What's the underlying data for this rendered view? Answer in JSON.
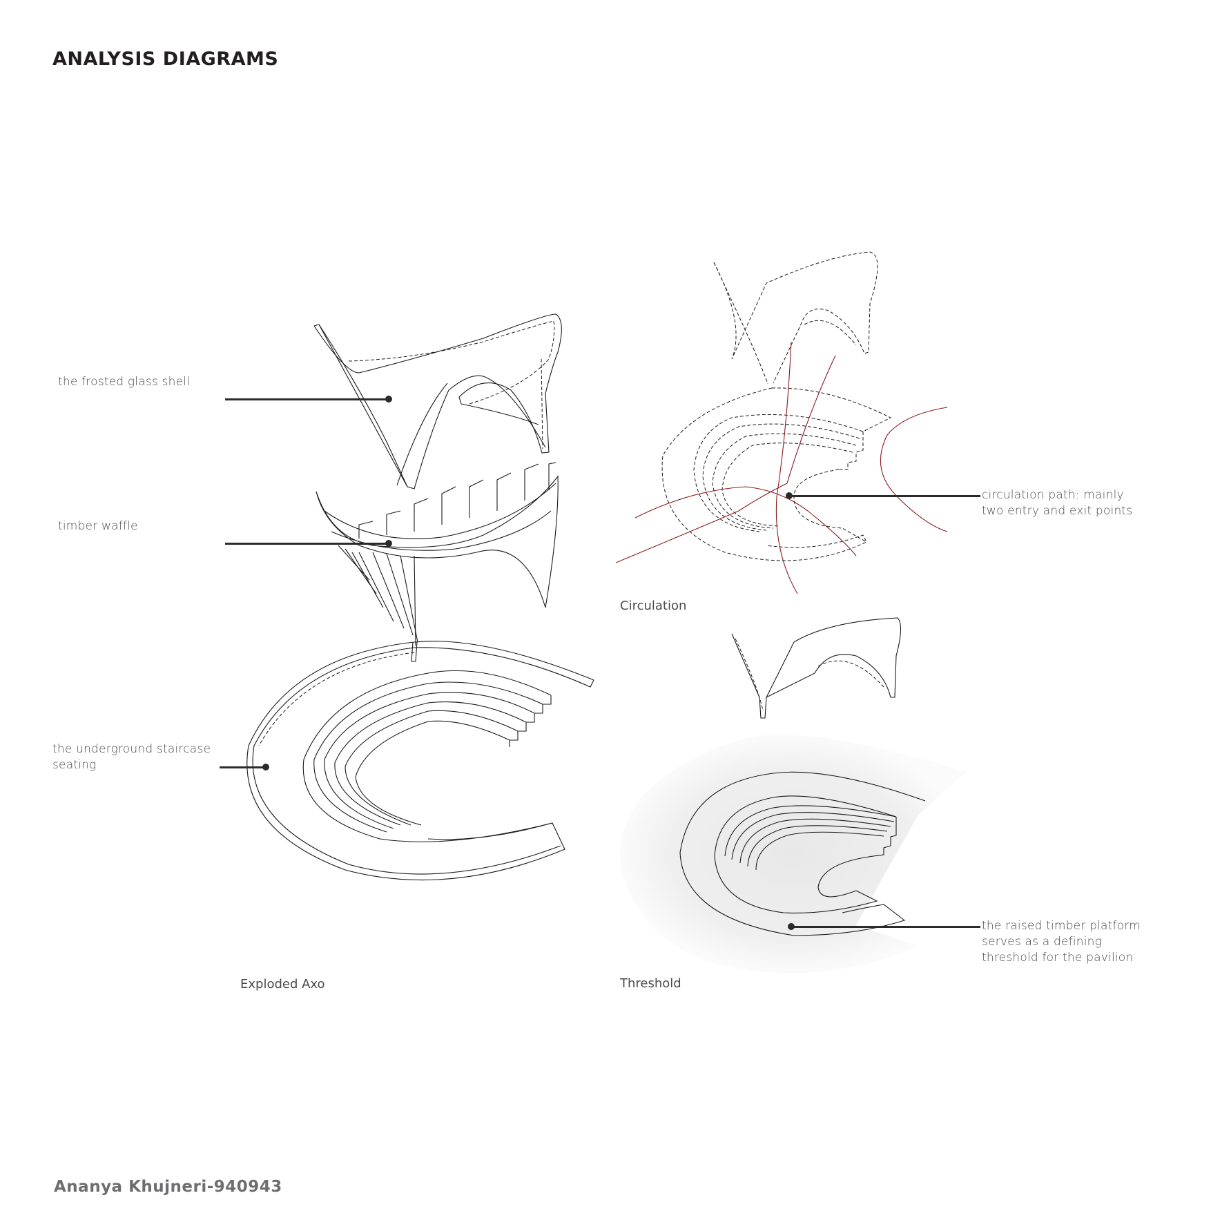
{
  "page": {
    "title": "ANALYSIS DIAGRAMS",
    "author": "Ananya Khujneri-940943"
  },
  "exploded_axo": {
    "caption": "Exploded Axo",
    "labels": [
      {
        "text": "the frosted glass shell"
      },
      {
        "text": "timber waffle"
      },
      {
        "line1": "the underground staircase",
        "line2": "seating"
      }
    ]
  },
  "circulation": {
    "caption": "Circulation",
    "label": {
      "line1": "circulation path: mainly",
      "line2": "two entry and exit points"
    },
    "path_color": "#8b1a1a"
  },
  "threshold": {
    "caption": "Threshold",
    "label": {
      "line1": "the raised timber platform",
      "line2": "serves as a defining",
      "line3": "threshold for the pavilion"
    },
    "platform_fill": "#e6e5e6",
    "halo_fill": "#f2f2f2"
  },
  "colors": {
    "title": "#231f20",
    "author": "#6d6e70",
    "line": "#1a1a1a",
    "leader": "#2b2b2b"
  }
}
